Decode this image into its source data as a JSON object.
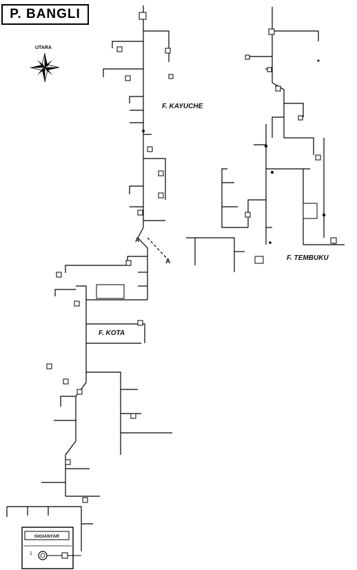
{
  "title": "P. BANGLI",
  "compass": {
    "label": "UTARA",
    "icon": "compass-rose-icon"
  },
  "feeders": {
    "kayuche": "F. KAYUCHE",
    "kota": "F. KOTA",
    "tembuku": "F. TEMBUKU"
  },
  "markers": {
    "a_left": "A",
    "a_right": "A"
  },
  "substation": {
    "label": "GIGIANYAR",
    "number": "1"
  },
  "colors": {
    "line": "#000000",
    "background": "#ffffff"
  }
}
